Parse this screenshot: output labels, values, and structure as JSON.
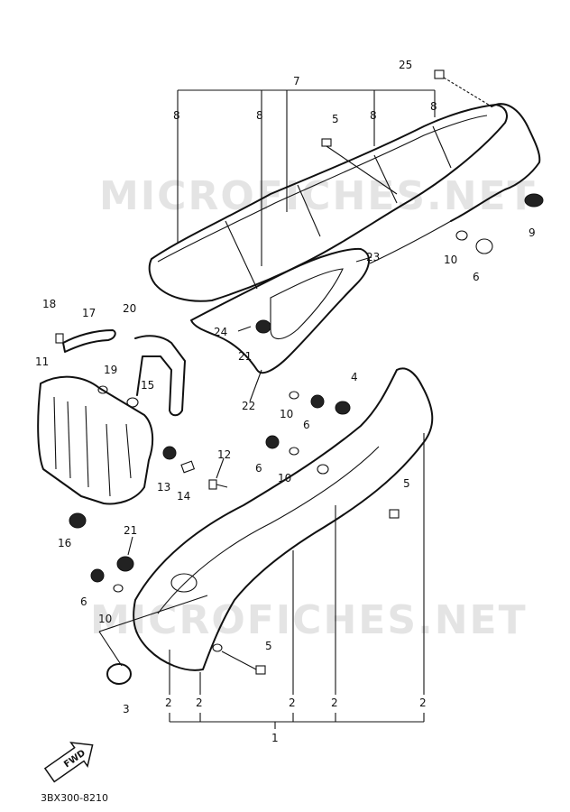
{
  "watermarks": [
    "MICROFICHES.NET",
    "MICROFICHES.NET"
  ],
  "callouts": {
    "c1": "1",
    "c2": "2",
    "c3": "3",
    "c4": "4",
    "c5": "5",
    "c6": "6",
    "c7": "7",
    "c8": "8",
    "c9": "9",
    "c10": "10",
    "c11": "11",
    "c12": "12",
    "c13": "13",
    "c14": "14",
    "c15": "15",
    "c16": "16",
    "c17": "17",
    "c18": "18",
    "c19": "19",
    "c20": "20",
    "c21": "21",
    "c22": "22",
    "c23": "23",
    "c24": "24",
    "c25": "25"
  },
  "fwd_label": "FWD",
  "diagram_code": "3BX300-8210"
}
